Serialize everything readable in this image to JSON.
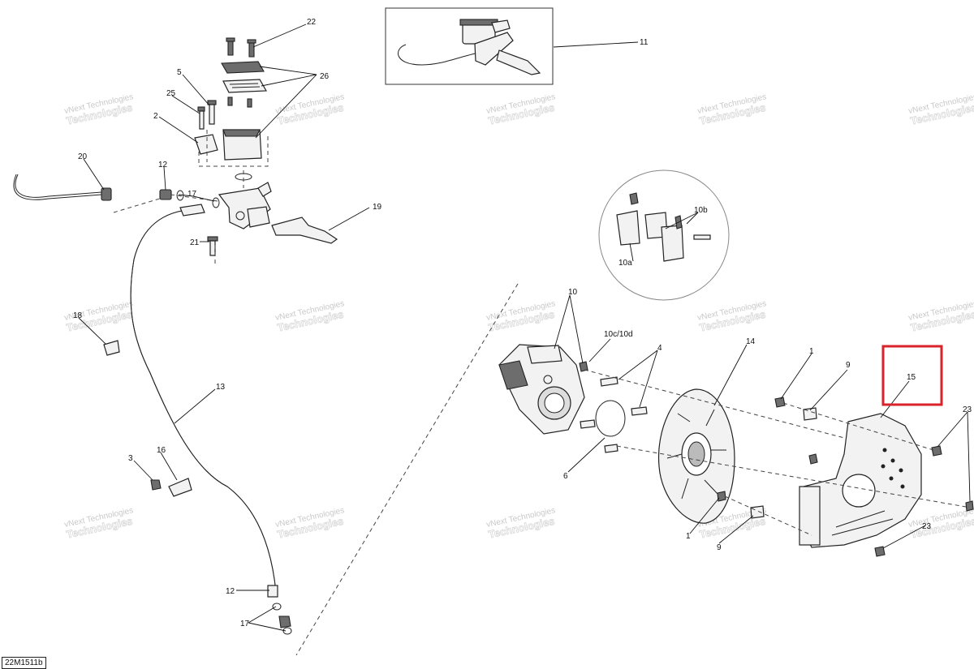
{
  "diagram_id": "22M1511b",
  "watermark": {
    "line1": "vNext Technologies",
    "line2": "Technologies"
  },
  "callouts": {
    "c1a": "1",
    "c1b": "1",
    "c2": "2",
    "c3": "3",
    "c4": "4",
    "c5": "5",
    "c6": "6",
    "c9a": "9",
    "c9b": "9",
    "c10": "10",
    "c10a": "10a",
    "c10b": "10b",
    "c10cd": "10c/10d",
    "c11": "11",
    "c12a": "12",
    "c12b": "12",
    "c13": "13",
    "c14": "14",
    "c15": "15",
    "c16": "16",
    "c17a": "17",
    "c17b": "17",
    "c18": "18",
    "c19": "19",
    "c20": "20",
    "c21": "21",
    "c22": "22",
    "c23a": "23",
    "c23b": "23",
    "c25": "25",
    "c26": "26"
  },
  "highlight": {
    "target": "15",
    "color": "#d9222a"
  }
}
